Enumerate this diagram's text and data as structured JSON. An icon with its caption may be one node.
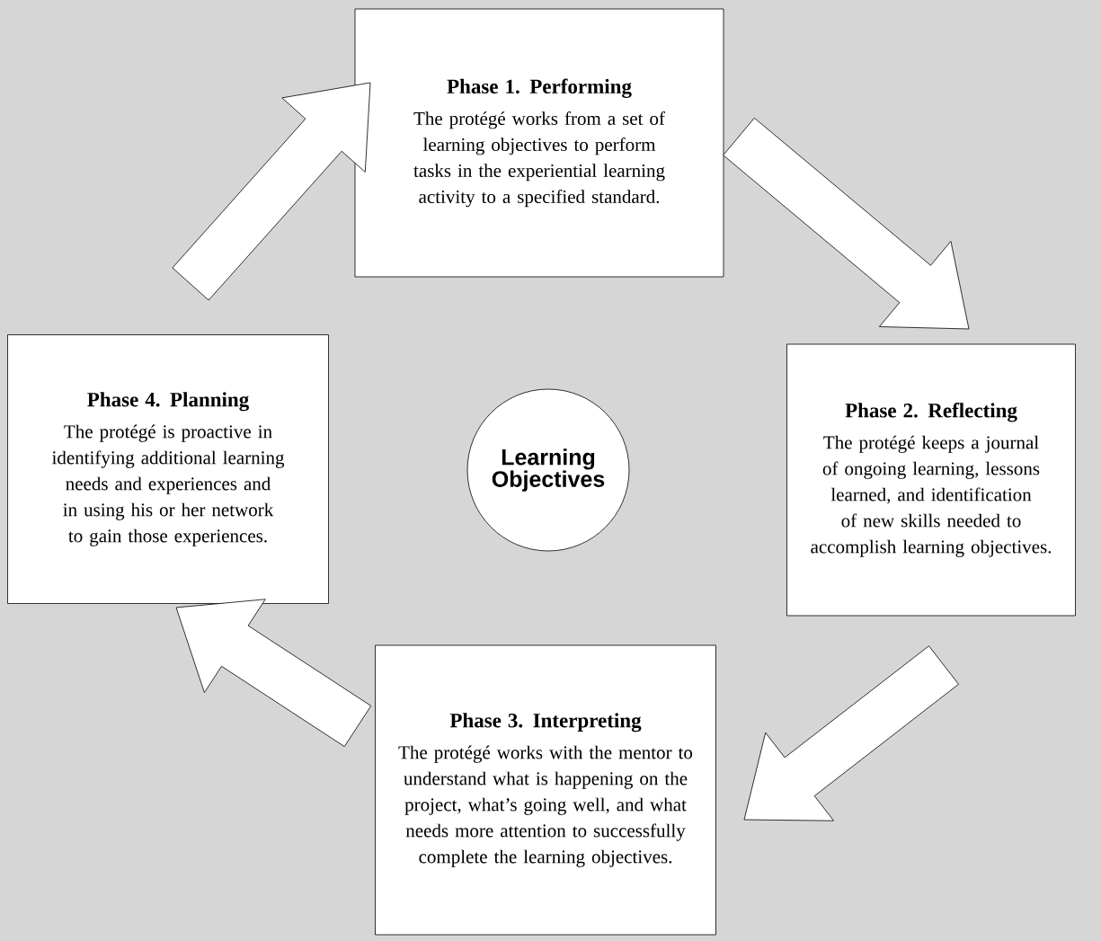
{
  "diagram": {
    "nodes": [
      {
        "text": [
          "Phase 1. Performing",
          "The protégé works from a set of learning objectives to perform tasks in the experiential learning activity to a specified standard."
        ]
      },
      {
        "text": [
          "Phase 2. Reflecting",
          "The protégé keeps a journal of ongoing learning, lessons learned, and identification of new skills needed to accomplish learning objectives."
        ]
      },
      {
        "text": [
          "Phase 3. Interpreting",
          "The protégé works with the mentor to understand what is happening on the project, what’s going well, and what needs more attention to successfully complete the learning objectives."
        ]
      },
      {
        "text": [
          "Phase 4. Planning",
          "The protégé is proactive in identifying additional learning needs and experiences and in using his or her network to gain those experiences."
        ]
      },
      {
        "text": [
          "Learning Objectives"
        ]
      }
    ],
    "edges": [
      {
        "from": 0,
        "to": 1,
        "arrow": "to"
      },
      {
        "from": 1,
        "to": 2,
        "arrow": "to"
      },
      {
        "from": 2,
        "to": 3,
        "arrow": "to"
      },
      {
        "from": 3,
        "to": 0,
        "arrow": "to"
      }
    ]
  }
}
